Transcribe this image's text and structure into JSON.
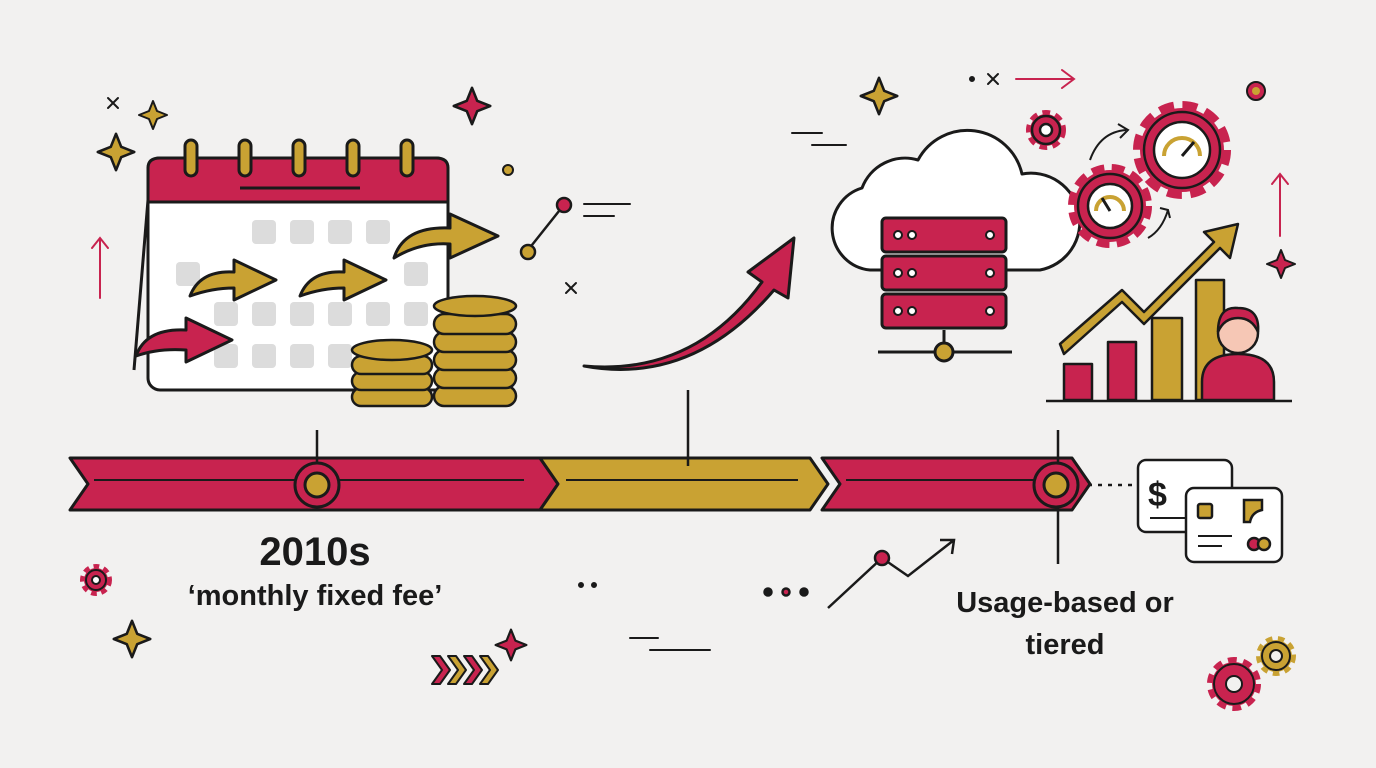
{
  "labels": {
    "era_year": "2010s",
    "era_description": "‘monthly fixed fee’",
    "later_model": "Usage-based or tiered",
    "currency_symbol": "$"
  },
  "colors": {
    "crimson": "#c8234f",
    "gold": "#c9a233",
    "ink": "#1a1a1a",
    "background": "#f2f1f0",
    "tile_gray": "#dcdcdc"
  },
  "icons": [
    "calendar-icon",
    "coin-stack-icon",
    "trend-arrow-icon",
    "cloud-server-icon",
    "gear-gauge-icon",
    "growth-chart-icon",
    "person-icon",
    "payment-card-icon",
    "sparkle-icon"
  ]
}
